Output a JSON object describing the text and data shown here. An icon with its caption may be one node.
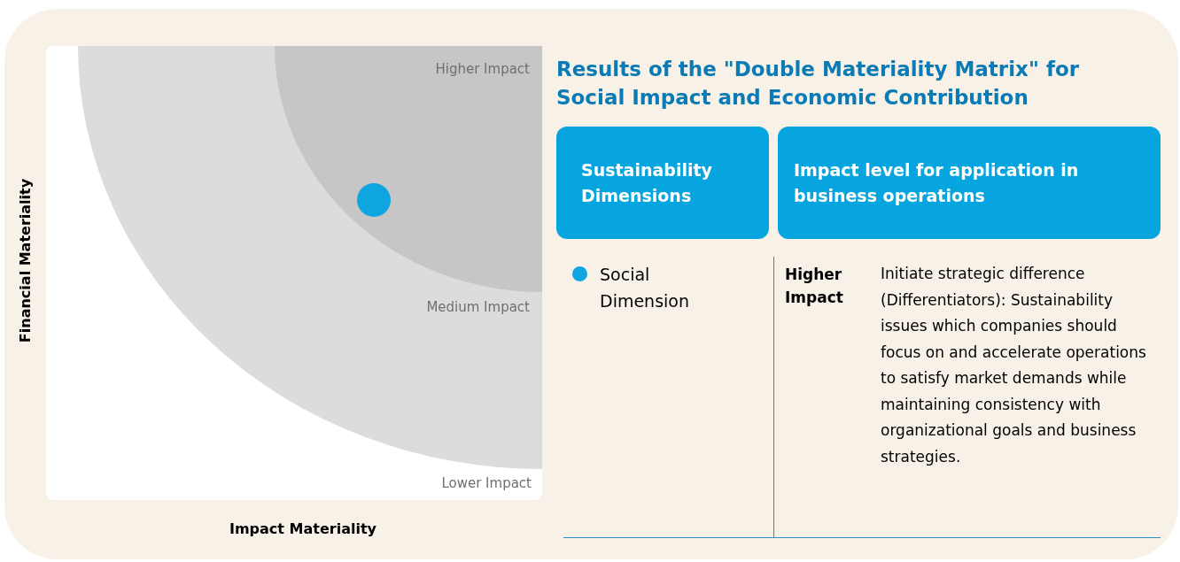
{
  "diagram": {
    "title": "Results of the \"Double Materiality Matrix\" for Social Impact and Economic Contribution",
    "nodes": [
      {
        "text": [
          "Lower Impact"
        ]
      },
      {
        "text": [
          "Medium Impact"
        ],
        "in": 0
      },
      {
        "text": [
          "Higher Impact"
        ],
        "in": 1
      },
      {
        "text": [],
        "shape": "circle",
        "in": 2
      },
      {
        "text": [
          "Sustainability Dimensions"
        ]
      },
      {
        "text": [
          "Impact level for application in business operations"
        ]
      }
    ],
    "labels": [
      "Financial Materiality",
      "Impact Materiality",
      "Higher Impact",
      "Initiate strategic difference (Differentiators): Sustainability issues which companies should focus on and accelerate operations to satisfy market demands while maintaining consistency with organizational goals and business strategies."
    ],
    "legend": [
      {
        "text": "Social Dimension",
        "color": "#0ea5e0"
      }
    ]
  }
}
